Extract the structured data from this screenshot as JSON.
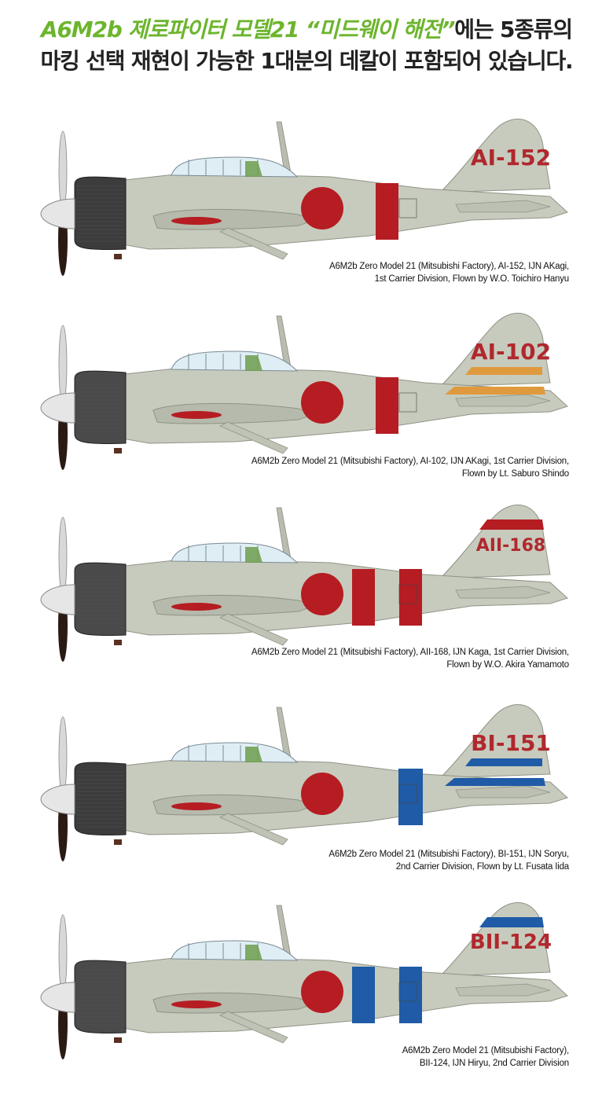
{
  "header": {
    "line1_green": "A6M2b 제로파이터 모델21 “미드웨이 해전”",
    "line1_rest": "에는 5종류의",
    "line2": "마킹 선택 재현이 가능한 1대분의 데칼이 포함되어 있습니다."
  },
  "colors": {
    "fuselage": "#c7cbbd",
    "hinomaru": "#b51d23",
    "red_code": "#b0282e",
    "cowling": "#3c3c3c",
    "orange_band": "#e09a3e",
    "blue_band": "#1f5ba6",
    "canopy_green": "#6e9c4c"
  },
  "planes": [
    {
      "tail_code": "AI-152",
      "caption_line1": "A6M2b Zero Model 21 (Mitsubishi Factory), AI-152, IJN AKagi,",
      "caption_line2": "1st Carrier Division, Flown by W.O. Toichiro Hanyu"
    },
    {
      "tail_code": "AI-102",
      "caption_line1": "A6M2b Zero Model 21 (Mitsubishi Factory), AI-102, IJN AKagi, 1st Carrier Division,",
      "caption_line2": "Flown by Lt. Saburo Shindo"
    },
    {
      "tail_code": "AII-168",
      "caption_line1": "A6M2b Zero Model 21 (Mitsubishi Factory), AII-168, IJN Kaga, 1st Carrier Division,",
      "caption_line2": "Flown by W.O. Akira Yamamoto"
    },
    {
      "tail_code": "BI-151",
      "caption_line1": "A6M2b Zero Model 21 (Mitsubishi Factory), BI-151, IJN Soryu,",
      "caption_line2": "2nd Carrier Division, Flown by Lt. Fusata Iida"
    },
    {
      "tail_code": "BII-124",
      "caption_line1": "A6M2b Zero Model 21 (Mitsubishi Factory),",
      "caption_line2": "BII-124, IJN Hiryu, 2nd Carrier Division"
    }
  ]
}
